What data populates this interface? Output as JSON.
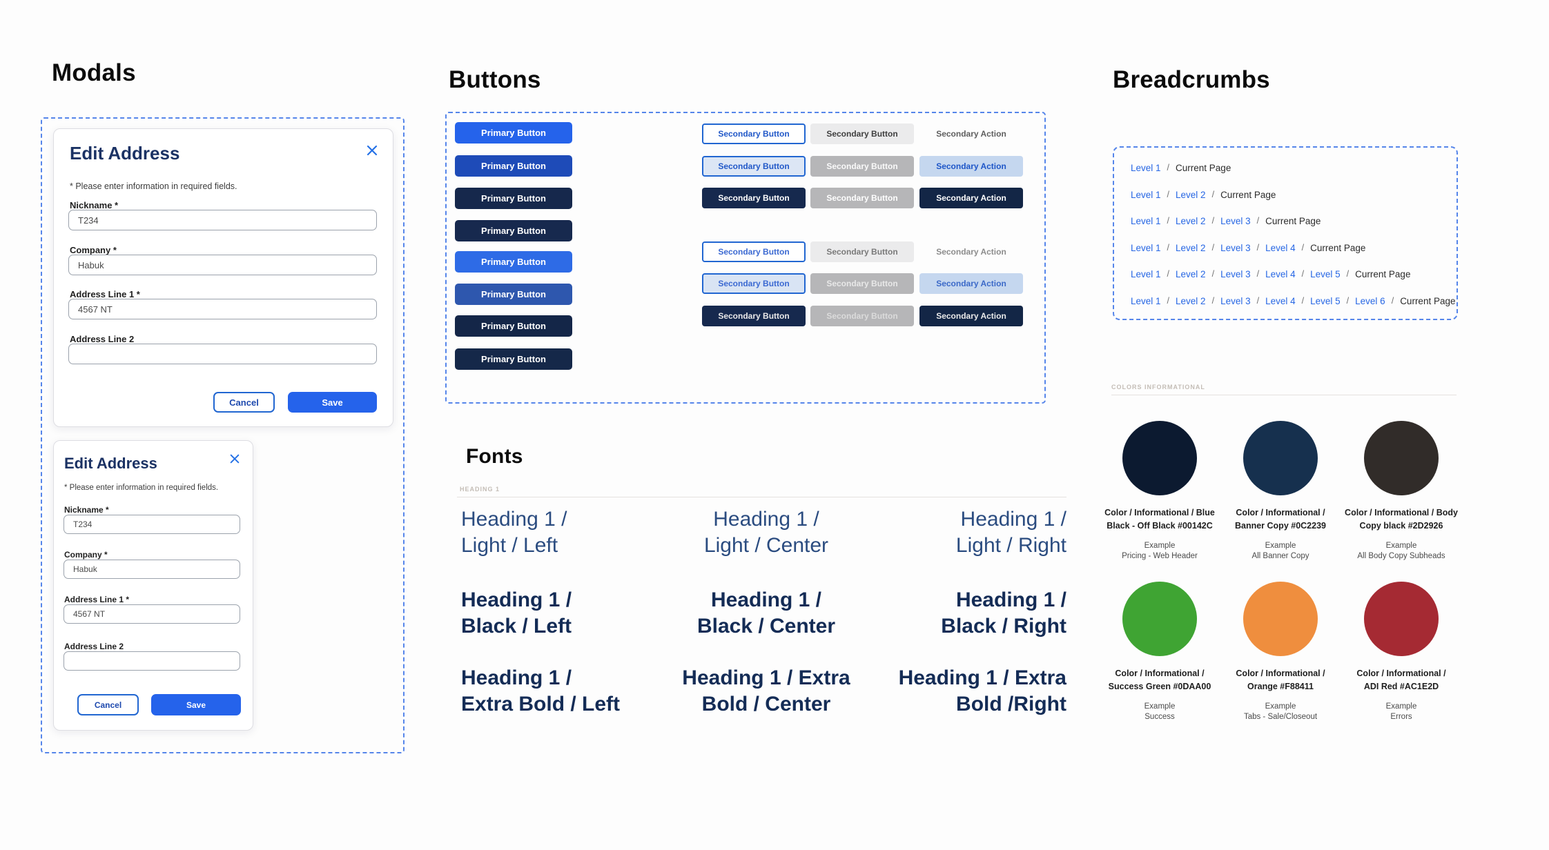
{
  "modals": {
    "title": "Modals",
    "large": {
      "title": "Edit Address",
      "note": "* Please enter information in required fields.",
      "fields": [
        {
          "label": "Nickname *",
          "value": "T234"
        },
        {
          "label": "Company *",
          "value": "Habuk"
        },
        {
          "label": "Address Line 1 *",
          "value": "4567 NT"
        },
        {
          "label": "Address Line 2",
          "value": ""
        }
      ],
      "cancel": "Cancel",
      "save": "Save"
    },
    "small": {
      "title": "Edit Address",
      "note": "* Please enter information in required fields.",
      "fields": [
        {
          "label": "Nickname *",
          "value": "T234"
        },
        {
          "label": "Company *",
          "value": "Habuk"
        },
        {
          "label": "Address Line 1 *",
          "value": "4567 NT"
        },
        {
          "label": "Address Line 2",
          "value": ""
        }
      ],
      "cancel": "Cancel",
      "save": "Save"
    }
  },
  "buttons": {
    "title": "Buttons",
    "primary_label": "Primary Button",
    "primary_styles": [
      "background:#2563EB",
      "background:#1E4BB8",
      "background:#16284C",
      "background:#17294E",
      "background:#2E6BE6",
      "background:#2E57AE",
      "background:#142648",
      "background:#152849"
    ],
    "secondary_label": "Secondary Button",
    "action_label": "Secondary Action",
    "secondary_styles": [
      "background:#FFFFFF;border:2px solid #2166D1;color:#2158C8",
      "background:#EBEBEC;color:#3F3F3F",
      "color:#5F5F5F",
      "background:#DCE6F5;border:2px solid #2166D1;color:#2158C8",
      "background:#B6B6B8;color:#FAFAFA",
      "background:#C5D7EF;color:#1E56C8",
      "background:#16294E;color:#FFFFFF",
      "background:#B6B6B8;color:#FFFFFF",
      "background:#132646;color:#FFFFFF",
      "background:#FFFFFF;border:2px solid #2166D1;color:#3B69D2",
      "background:#EBEBEC;color:#7A7A7A",
      "color:#8C8C8C",
      "background:#D9E4F4;border:2px solid #2166D1;color:#3B69D2",
      "background:#B6B6B8;color:#E8E8E8",
      "background:#C5D7EF;color:#3B69C8",
      "background:#16294E;color:#E9E9E9",
      "background:#B6B6B8;color:#DBDBDB",
      "background:#132646;color:#E9E9E9"
    ]
  },
  "breadcrumbs": {
    "title": "Breadcrumbs",
    "separator": "/",
    "current": "Current Page",
    "levels": [
      "Level 1",
      "Level 2",
      "Level 3",
      "Level 4",
      "Level 5",
      "Level 6"
    ]
  },
  "fonts": {
    "title": "Fonts",
    "group_label": "HEADING 1",
    "specimens": [
      {
        "l1": "Heading 1 /",
        "l2": "Light / Left"
      },
      {
        "l1": "Heading 1 /",
        "l2": "Light / Center"
      },
      {
        "l1": "Heading 1 /",
        "l2": "Light  / Right"
      },
      {
        "l1": "Heading 1 /",
        "l2": "Black / Left"
      },
      {
        "l1": "Heading 1 /",
        "l2": "Black / Center"
      },
      {
        "l1": "Heading 1 /",
        "l2": "Black / Right"
      },
      {
        "l1": "Heading 1 /",
        "l2": "Extra Bold / Left"
      },
      {
        "l1": "Heading 1 / Extra",
        "l2": "Bold  / Center"
      },
      {
        "l1": "Heading 1 / Extra",
        "l2": "Bold  /Right"
      }
    ]
  },
  "colors": {
    "group_label": "COLORS INFORMATIONAL",
    "example_label": "Example",
    "swatches": [
      {
        "style": "background:#0C1A30",
        "l1": "Color / Informational / Blue",
        "l2": "Black - Off Black #00142C",
        "example": "Pricing - Web Header"
      },
      {
        "style": "background:#16304E",
        "l1": "Color / Informational /",
        "l2": "Banner Copy #0C2239",
        "example": "All Banner Copy"
      },
      {
        "style": "background:#312C29",
        "l1": "Color / Informational / Body",
        "l2": "Copy black #2D2926",
        "example": "All Body Copy Subheads"
      },
      {
        "style": "background:#3FA433",
        "l1": "Color / Informational /",
        "l2": "Success Green #0DAA00",
        "example": "Success"
      },
      {
        "style": "background:#EF8E3E",
        "l1": "Color / Informational /",
        "l2": "Orange #F88411",
        "example": "Tabs - Sale/Closeout"
      },
      {
        "style": "background:#A52A33",
        "l1": "Color / Informational /",
        "l2": "ADI Red #AC1E2D",
        "example": "Errors"
      }
    ]
  }
}
